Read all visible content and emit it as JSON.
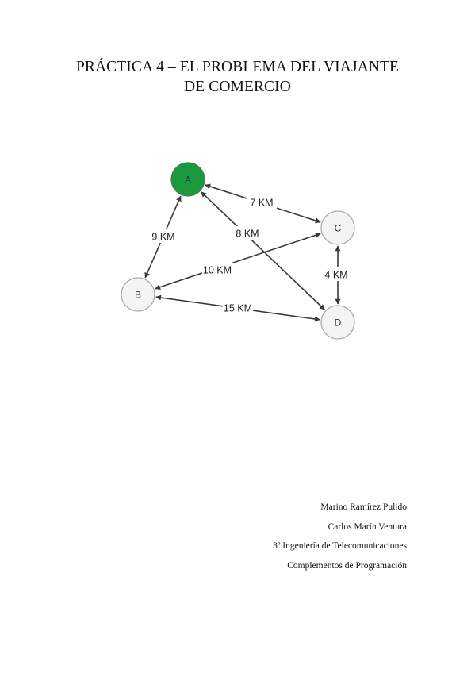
{
  "document": {
    "title_line1": "PRÁCTICA 4 – EL PROBLEMA DEL VIAJANTE",
    "title_line2": "DE COMERCIO"
  },
  "diagram": {
    "nodes": [
      {
        "id": "A",
        "label": "A",
        "fill": "#1a9a3f"
      },
      {
        "id": "B",
        "label": "B",
        "fill": "#f4f4f4"
      },
      {
        "id": "C",
        "label": "C",
        "fill": "#f4f4f4"
      },
      {
        "id": "D",
        "label": "D",
        "fill": "#f4f4f4"
      }
    ],
    "edges": [
      {
        "from": "A",
        "to": "C",
        "label": "7 KM"
      },
      {
        "from": "A",
        "to": "B",
        "label": "9 KM"
      },
      {
        "from": "A",
        "to": "D",
        "label": "8 KM"
      },
      {
        "from": "C",
        "to": "B",
        "label": "10 KM"
      },
      {
        "from": "C",
        "to": "D",
        "label": "4 KM"
      },
      {
        "from": "B",
        "to": "D",
        "label": "15 KM"
      }
    ]
  },
  "authors": {
    "line1": "Marino Ramírez Pulido",
    "line2": "Carlos Marín Ventura",
    "line3": "3º Ingeniería de Telecomunicaciones",
    "line4": "Complementos de Programación"
  }
}
